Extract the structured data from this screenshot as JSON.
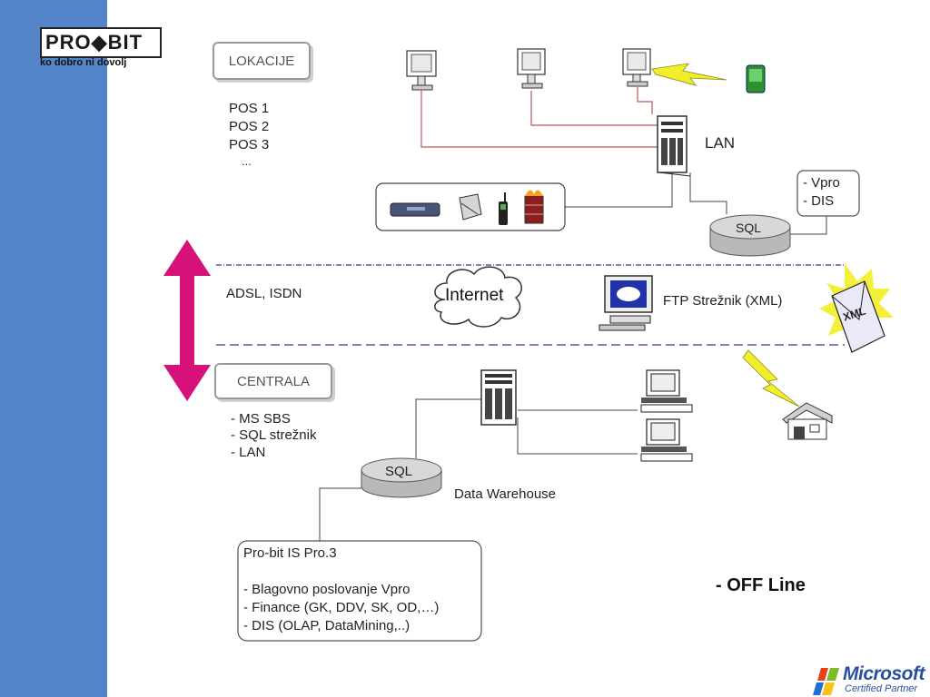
{
  "logo": {
    "brand": "PRO◆BIT",
    "tagline": "ko dobro ni dovolj"
  },
  "locations": {
    "pill": "LOKACIJE",
    "items": [
      "POS 1",
      "POS 2",
      "POS 3",
      "..."
    ]
  },
  "lan_label": "LAN",
  "sql_top": {
    "label": "SQL",
    "apps": [
      "- Vpro",
      "- DIS"
    ]
  },
  "network": {
    "link_label": "ADSL, ISDN",
    "cloud_label": "Internet",
    "ftp_label": "FTP Strežnik (XML)",
    "xml_badge": "XML"
  },
  "central": {
    "pill": "CENTRALA",
    "items": [
      "- MS SBS",
      "- SQL strežnik",
      "- LAN"
    ]
  },
  "sql_bottom": {
    "label": "SQL",
    "dw_label": "Data Warehouse"
  },
  "is_box": {
    "title": "Pro-bit IS Pro.3",
    "items": [
      "- Blagovno poslovanje Vpro",
      "- Finance (GK, DDV, SK, OD,…)",
      "- DIS (OLAP, DataMining,..)"
    ]
  },
  "offline_label": "- OFF Line",
  "partner": {
    "name": "Microsoft",
    "cert": "Certified Partner"
  },
  "colors": {
    "sidebar": "#5585c9",
    "arrow": "#d6127a",
    "lan_lines": "#b85a5a",
    "lightning": "#f0ef2a",
    "dash_line": "#2b3d8f"
  }
}
